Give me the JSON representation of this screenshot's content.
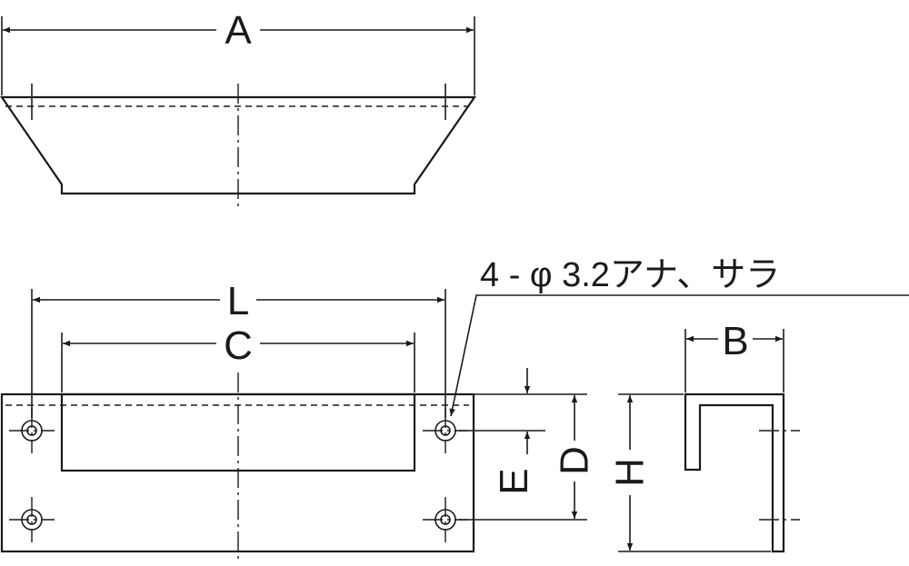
{
  "dimensions": {
    "A": "A",
    "L": "L",
    "C": "C",
    "B": "B",
    "D": "D",
    "E": "E",
    "H": "H"
  },
  "hole_note": "4 - φ 3.2アナ、サラ",
  "colors": {
    "line": "#1a1a1a",
    "background": "#ffffff"
  }
}
